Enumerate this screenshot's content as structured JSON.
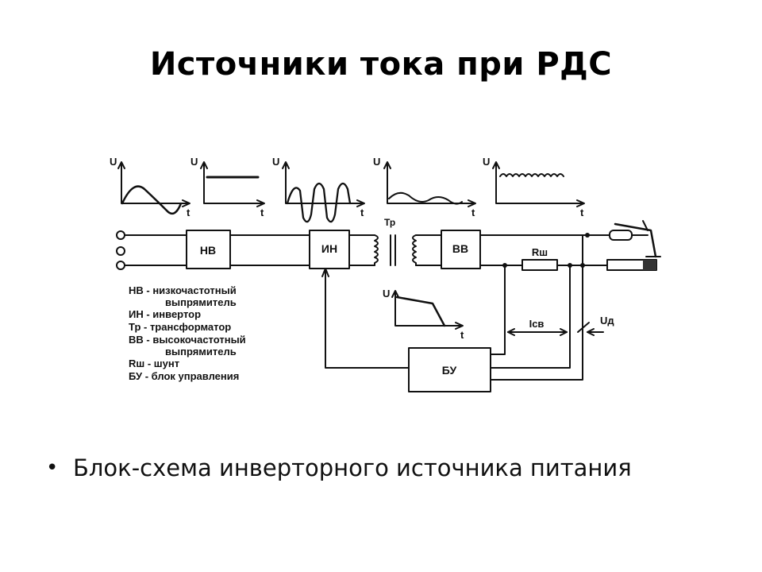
{
  "title": "Источники тока при РДС",
  "bullet": "Блок-схема инверторного источника питания",
  "diagram": {
    "blocks": {
      "nv": "НВ",
      "in": "ИН",
      "vv": "ВВ",
      "bu": "БУ",
      "rsh": "Rш"
    },
    "labels": {
      "tr": "Тр",
      "isv": "Iсв",
      "ud": "Uд",
      "axis_u": "U",
      "axis_t": "t"
    },
    "legend": [
      "НВ - низкочастотный",
      "выпрямитель",
      "ИН - инвертор",
      "Тр - трансформатор",
      "ВВ - высокочастотный",
      "выпрямитель",
      "Rш - шунт",
      "БУ - блок управления"
    ]
  }
}
